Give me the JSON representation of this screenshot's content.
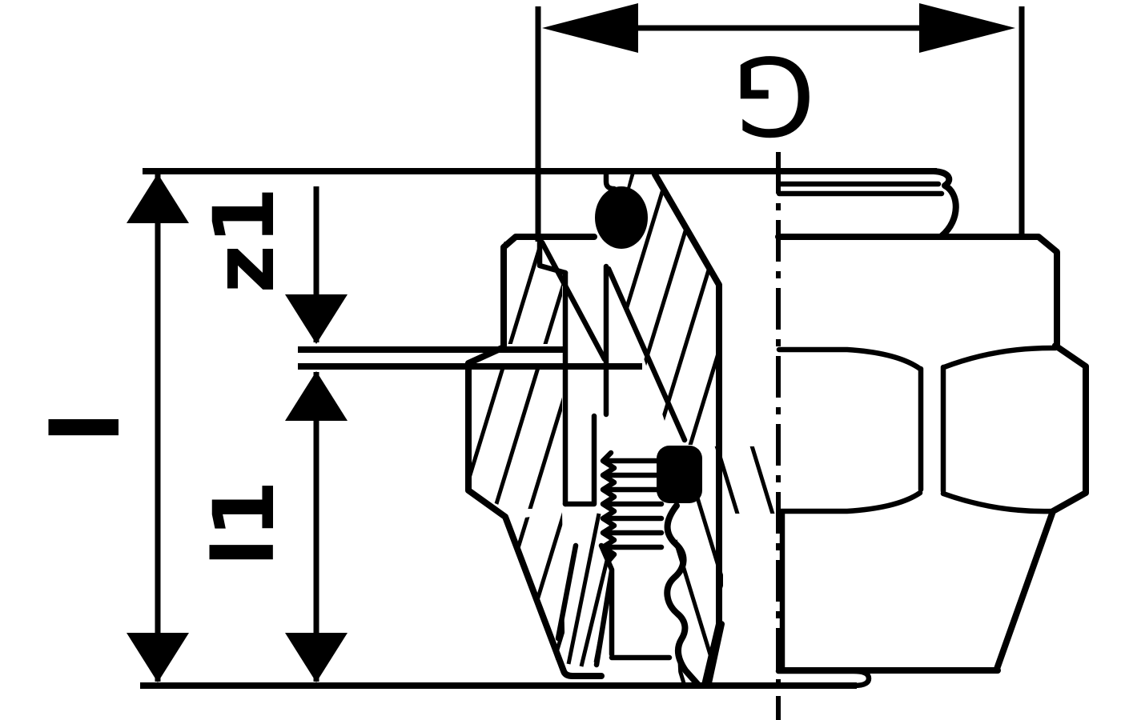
{
  "diagram": {
    "background": "#ffffff",
    "ink": "#000000",
    "labels": {
      "thread_size": "G",
      "insertion_offset": "z1",
      "insertion_depth": "l1",
      "overall_length": "l"
    }
  }
}
